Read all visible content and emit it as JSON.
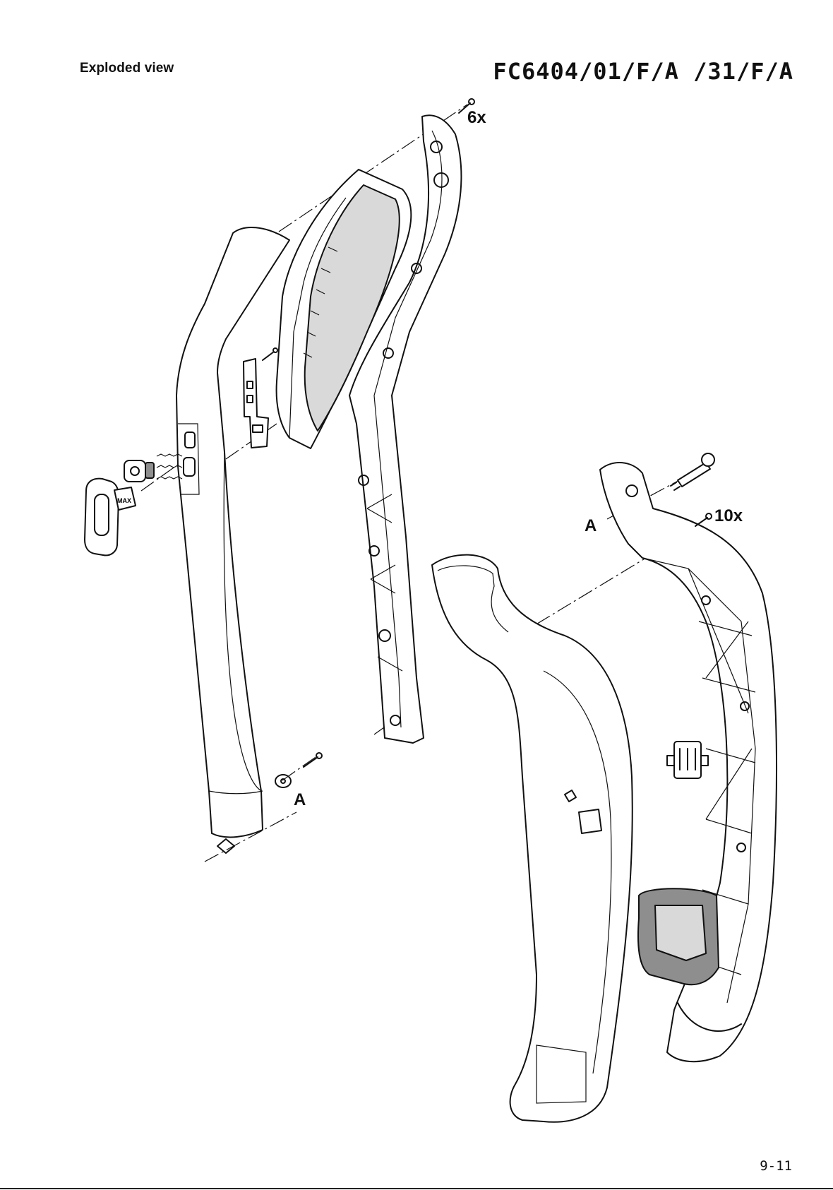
{
  "header": {
    "section_title": "Exploded view",
    "model": "FC6404/01/F/A /31/F/A"
  },
  "callouts": {
    "screws_top": "6x",
    "screws_right": "10x",
    "ref_a_left": "A",
    "ref_a_right": "A"
  },
  "button_label": "MAX",
  "footer": {
    "page_number": "9-11"
  }
}
